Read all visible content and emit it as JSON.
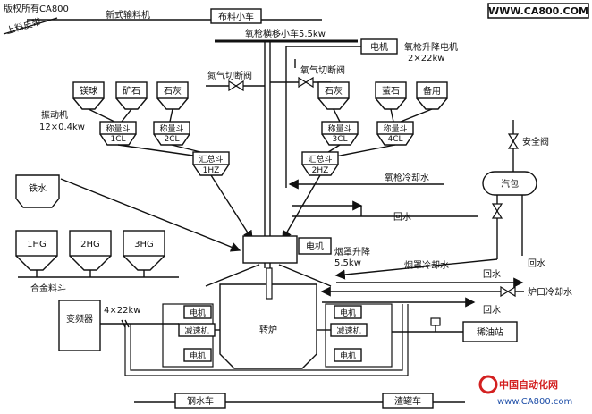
{
  "copyright": "版权所有CA800",
  "website": "WWW.CA800.COM",
  "top": {
    "conveyor": "新式输料机",
    "feed_trolley": "布料小车",
    "loading_belt": "上料皮带",
    "lance_trolley": "氧枪横移小车5.5kw",
    "lance_motor": "电机",
    "lance_lift": "氧枪升降电机",
    "lance_lift_power": "2×22kw",
    "nitrogen_valve": "氮气切断阀",
    "oxygen_valve": "氧气切断阀"
  },
  "bins": {
    "left": [
      "镁球",
      "矿石",
      "石灰"
    ],
    "right": [
      "石灰",
      "萤石",
      "备用"
    ],
    "vibrating_feeder": "振动机",
    "vibrating_feeder_power": "12×0.4kw",
    "scale_1_label": "称量斗",
    "scale_1_id": "1CL",
    "scale_2_label": "称量斗",
    "scale_2_id": "2CL",
    "scale_3_label": "称量斗",
    "scale_3_id": "3CL",
    "scale_4_label": "称量斗",
    "scale_4_id": "4CL",
    "collect_1_label": "汇总斗",
    "collect_1_id": "1HZ",
    "collect_2_label": "汇总斗",
    "collect_2_id": "2HZ"
  },
  "left_side": {
    "iron_water": "铁水",
    "alloy_bins": [
      "1HG",
      "2HG",
      "3HG"
    ],
    "alloy_hopper": "合金料斗",
    "inverter": "变频器",
    "motor_power": "4×22kw"
  },
  "right_side": {
    "lance_cooling": "氧枪冷却水",
    "return_water_1": "回水",
    "steam_drum": "汽包",
    "safety_valve": "安全阀",
    "hood_motor": "电机",
    "hood_lift": "烟罩升降",
    "hood_lift_power": "5.5kw",
    "hood_cooling": "烟罩冷却水",
    "return_water_2": "回水",
    "return_water_3": "回水",
    "furnace_cooling": "炉口冷却水",
    "return_water_4": "回水",
    "oil_station": "稀油站"
  },
  "furnace": {
    "label": "转炉",
    "motor": "电机",
    "reducer": "减速机"
  },
  "bottom": {
    "steel_car": "钢水车",
    "slag_car": "渣罐车"
  },
  "watermark": {
    "logo_cn": "中国自动化网",
    "logo_url": "www.CA800.com"
  }
}
